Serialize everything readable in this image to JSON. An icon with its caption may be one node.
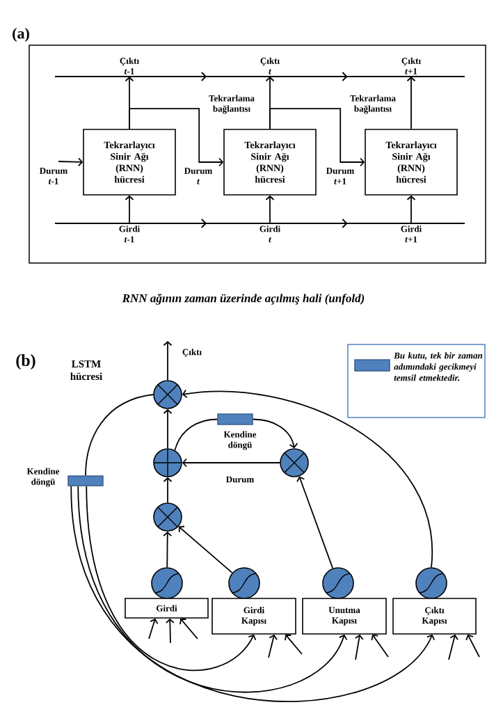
{
  "diagram": {
    "caption": "RNN ağının zaman üzerinde açılmış hali (unfold)",
    "nodes": [
      {
        "text": [],
        "shape": "box"
      },
      {
        "text": [
          "Çıktı *t*-1"
        ],
        "in": 0
      },
      {
        "text": [
          "Çıktı *t*"
        ],
        "in": 0
      },
      {
        "text": [
          "Çıktı *t*+1"
        ],
        "in": 0
      },
      {
        "text": [
          "Tekrarlayıcı Sinir Ağı (RNN) hücresi"
        ],
        "in": 0
      },
      {
        "text": [
          "Tekrarlayıcı Sinir Ağı (RNN) hücresi"
        ],
        "in": 0
      },
      {
        "text": [
          "Tekrarlayıcı Sinir Ağı (RNN) hücresi"
        ],
        "in": 0
      },
      {
        "text": [
          "Girdi *t*-1"
        ],
        "in": 0
      },
      {
        "text": [
          "Girdi *t*"
        ],
        "in": 0
      },
      {
        "text": [
          "Girdi *t*+1"
        ],
        "in": 0
      },
      {
        "text": [],
        "shape": "circle"
      },
      {
        "text": [],
        "shape": "box",
        "beside": [
          "Kendine döngü"
        ]
      },
      {
        "text": [],
        "shape": "circle"
      },
      {
        "text": [],
        "shape": "circle"
      },
      {
        "text": [],
        "shape": "box",
        "beside": [
          "Kendine döngü"
        ]
      },
      {
        "text": [],
        "shape": "circle"
      },
      {
        "text": [],
        "shape": "circle"
      },
      {
        "text": [],
        "shape": "circle"
      },
      {
        "text": [],
        "shape": "circle"
      },
      {
        "text": [],
        "shape": "circle"
      },
      {
        "text": [
          "Girdi"
        ]
      },
      {
        "text": [
          "Girdi Kapısı"
        ]
      },
      {
        "text": [
          "Unutma Kapısı"
        ]
      },
      {
        "text": [
          "Çıktı Kapısı"
        ]
      }
    ],
    "edges": [
      {
        "from": 4,
        "to": 1,
        "arrow": "to"
      },
      {
        "from": 5,
        "to": 2,
        "arrow": "to"
      },
      {
        "from": 6,
        "to": 3,
        "arrow": "to"
      },
      {
        "from": 7,
        "to": 4,
        "arrow": "to"
      },
      {
        "from": 8,
        "to": 5,
        "arrow": "to"
      },
      {
        "from": 9,
        "to": 6,
        "arrow": "to"
      },
      {
        "from": 1,
        "to": 2,
        "arrow": "to"
      },
      {
        "from": 2,
        "to": 3,
        "arrow": "to"
      },
      {
        "from": 7,
        "to": 8,
        "arrow": "to"
      },
      {
        "from": 8,
        "to": 9,
        "arrow": "to"
      },
      {
        "from": 4,
        "to": 5,
        "arrow": "to",
        "label": "Tekrarlama bağlantısı"
      },
      {
        "from": 5,
        "to": 6,
        "arrow": "to",
        "label": "Tekrarlama bağlantısı"
      },
      {
        "from": null,
        "to": 4,
        "arrow": "to"
      },
      {
        "from": 15,
        "to": 12,
        "arrow": "to"
      },
      {
        "from": 12,
        "to": 10,
        "arrow": "to"
      },
      {
        "from": 13,
        "to": 12,
        "arrow": "to",
        "label": "Durum"
      },
      {
        "from": 12,
        "to": 11,
        "arrow": "none"
      },
      {
        "from": 11,
        "to": 13,
        "arrow": "to"
      },
      {
        "from": 10,
        "to": null,
        "arrow": "to"
      },
      {
        "from": 16,
        "to": 15,
        "arrow": "to"
      },
      {
        "from": 17,
        "to": 15,
        "arrow": "to"
      },
      {
        "from": 18,
        "to": 13,
        "arrow": "to"
      },
      {
        "from": 19,
        "to": 10,
        "arrow": "to"
      },
      {
        "from": 10,
        "to": 14,
        "arrow": "none"
      },
      {
        "from": 14,
        "to": 21,
        "arrow": "to"
      },
      {
        "from": 14,
        "to": 22,
        "arrow": "to"
      },
      {
        "from": 14,
        "to": 23,
        "arrow": "to"
      },
      {
        "from": null,
        "to": 20,
        "arrow": "to"
      },
      {
        "from": null,
        "to": 20,
        "arrow": "to"
      },
      {
        "from": null,
        "to": 20,
        "arrow": "to"
      },
      {
        "from": null,
        "to": 21,
        "arrow": "to"
      },
      {
        "from": null,
        "to": 21,
        "arrow": "to"
      },
      {
        "from": null,
        "to": 22,
        "arrow": "to"
      },
      {
        "from": null,
        "to": 22,
        "arrow": "to"
      },
      {
        "from": null,
        "to": 23,
        "arrow": "to"
      },
      {
        "from": null,
        "to": 23,
        "arrow": "to"
      }
    ],
    "labels": [
      "(a)",
      "Durum *t*-1",
      "Durum *t*",
      "Durum *t*+1",
      "(b)",
      "LSTM hücresi",
      "Çıktı"
    ],
    "legend": [
      {
        "text": "Bu kutu, tek bir zaman adımındaki gecikmeyi temsil etmektedir.",
        "color": "#4f81bd"
      }
    ]
  }
}
